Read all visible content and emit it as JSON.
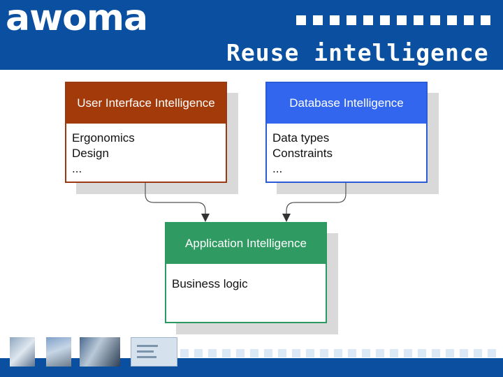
{
  "header": {
    "logo": "awoma",
    "title": "Reuse intelligence"
  },
  "diagram": {
    "ui_box": {
      "title": "User Interface Intelligence",
      "items": [
        "Ergonomics",
        "Design",
        "..."
      ]
    },
    "db_box": {
      "title": "Database Intelligence",
      "items": [
        "Data types",
        "Constraints",
        "..."
      ]
    },
    "app_box": {
      "title": "Application Intelligence",
      "items": [
        "Business logic"
      ]
    }
  },
  "colors": {
    "brand_blue": "#0a4fa0",
    "ui_header": "#a33a0a",
    "db_header": "#3366ee",
    "app_header": "#2f9a62"
  }
}
